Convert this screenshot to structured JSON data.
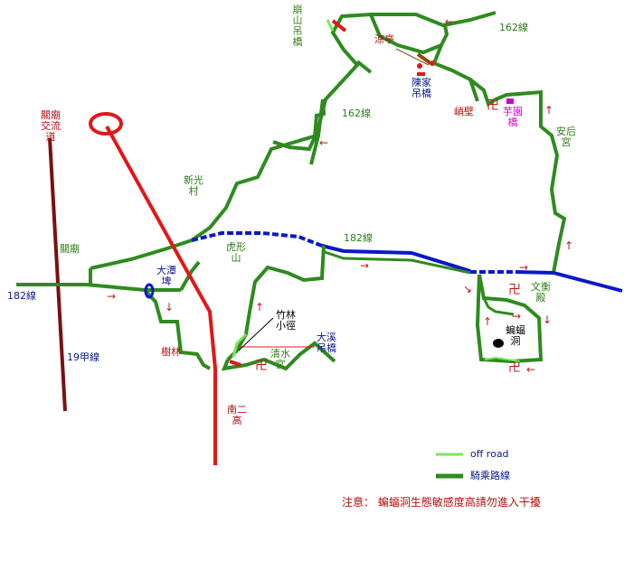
{
  "labels": {
    "bengshan_bridge": "崩山吊橋",
    "liangting": "涼亭",
    "chenjia_bridge": "陳家吊橋",
    "qiaobi": "峭壁",
    "yuyuan_bridge": "芋園橋",
    "anhou_temple": "安后宮",
    "road162_top": "162線",
    "road162_mid": "162線",
    "guanmiao_exchange": "關廟交流道",
    "xinguang": "新光村",
    "guanmiao": "關廟",
    "huxing": "虎形山",
    "road182_mid": "182線",
    "road182_left": "182線",
    "datan": "大潭埤",
    "shulin": "樹林",
    "road19a": "19甲線",
    "zhulin": "竹林小徑",
    "daxi_bridge": "大溪吊橋",
    "qingshui_temple": "清水宮",
    "nan2": "南二高",
    "wenheng_temple": "文衡殿",
    "bat_cave": "蝙蝠洞"
  },
  "legend": {
    "offroad": "off road",
    "route": "騎乘路線"
  },
  "note": "注意：  蝙蝠洞生態敏感度高請勿進入干擾",
  "colors": {
    "route_green": "#2e8b1e",
    "offroad_green": "#7ce65a",
    "road_blue": "#0a18c8",
    "highway_red": "#e01818",
    "rail_maroon": "#7a1010",
    "label_green": "#2e7d18",
    "label_red": "#b01010",
    "label_blue": "#0a1a8a",
    "label_magenta": "#cc00cc"
  },
  "symbols": {
    "arrows": [
      "←",
      "←",
      "↑",
      "↑",
      "→",
      "→",
      "↓",
      "↑",
      "↓",
      "↘",
      "↑",
      "→",
      "↓",
      "←"
    ],
    "temple": "卍"
  }
}
